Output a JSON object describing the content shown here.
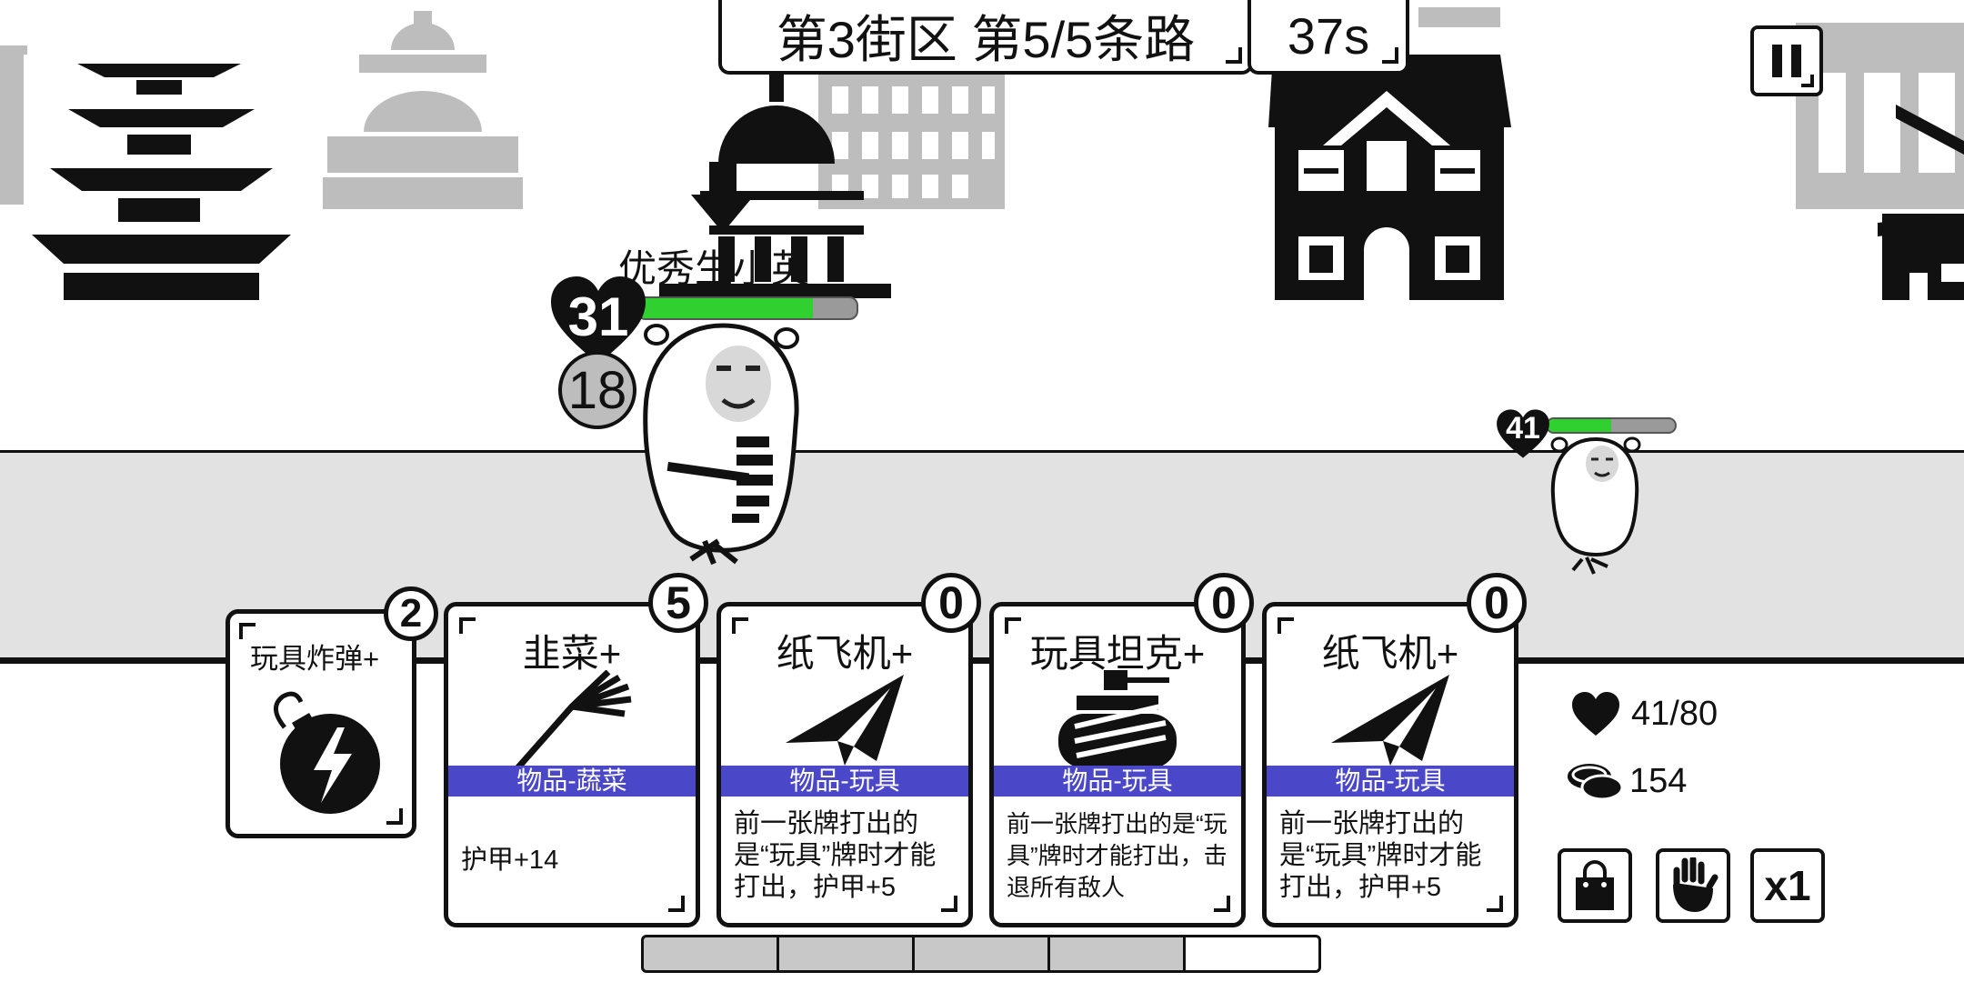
{
  "header": {
    "district": "第3街区 第5/5条路",
    "timer": "37s"
  },
  "enemy_main": {
    "name": "优秀生小英",
    "hp": "31",
    "armor": "18",
    "hp_fraction": 0.8
  },
  "enemy_small": {
    "hp": "41",
    "hp_fraction": 0.5
  },
  "hand": [
    {
      "title": "玩具炸弹+",
      "cost": "2",
      "icon": "bomb-icon"
    },
    {
      "title": "韭菜+",
      "cost": "5",
      "category": "物品-蔬菜",
      "desc": "护甲+14",
      "icon": "leek-icon"
    },
    {
      "title": "纸飞机+",
      "cost": "0",
      "category": "物品-玩具",
      "desc": "前一张牌打出的是“玩具”牌时才能打出，护甲+5",
      "icon": "paper-plane-icon"
    },
    {
      "title": "玩具坦克+",
      "cost": "0",
      "category": "物品-玩具",
      "desc": "前一张牌打出的是“玩具”牌时才能打出，击退所有敌人",
      "icon": "tank-icon"
    },
    {
      "title": "纸飞机+",
      "cost": "0",
      "category": "物品-玩具",
      "desc": "前一张牌打出的是“玩具”牌时才能打出，护甲+5",
      "icon": "paper-plane-icon"
    }
  ],
  "player": {
    "hp": "41/80",
    "coins": "154"
  },
  "controls": {
    "speed": "x1"
  },
  "energy": {
    "filled": 4,
    "total": 5
  },
  "colors": {
    "category_band": "#4a48c8",
    "hp_green": "#30d030",
    "road": "#e2e2e2"
  }
}
